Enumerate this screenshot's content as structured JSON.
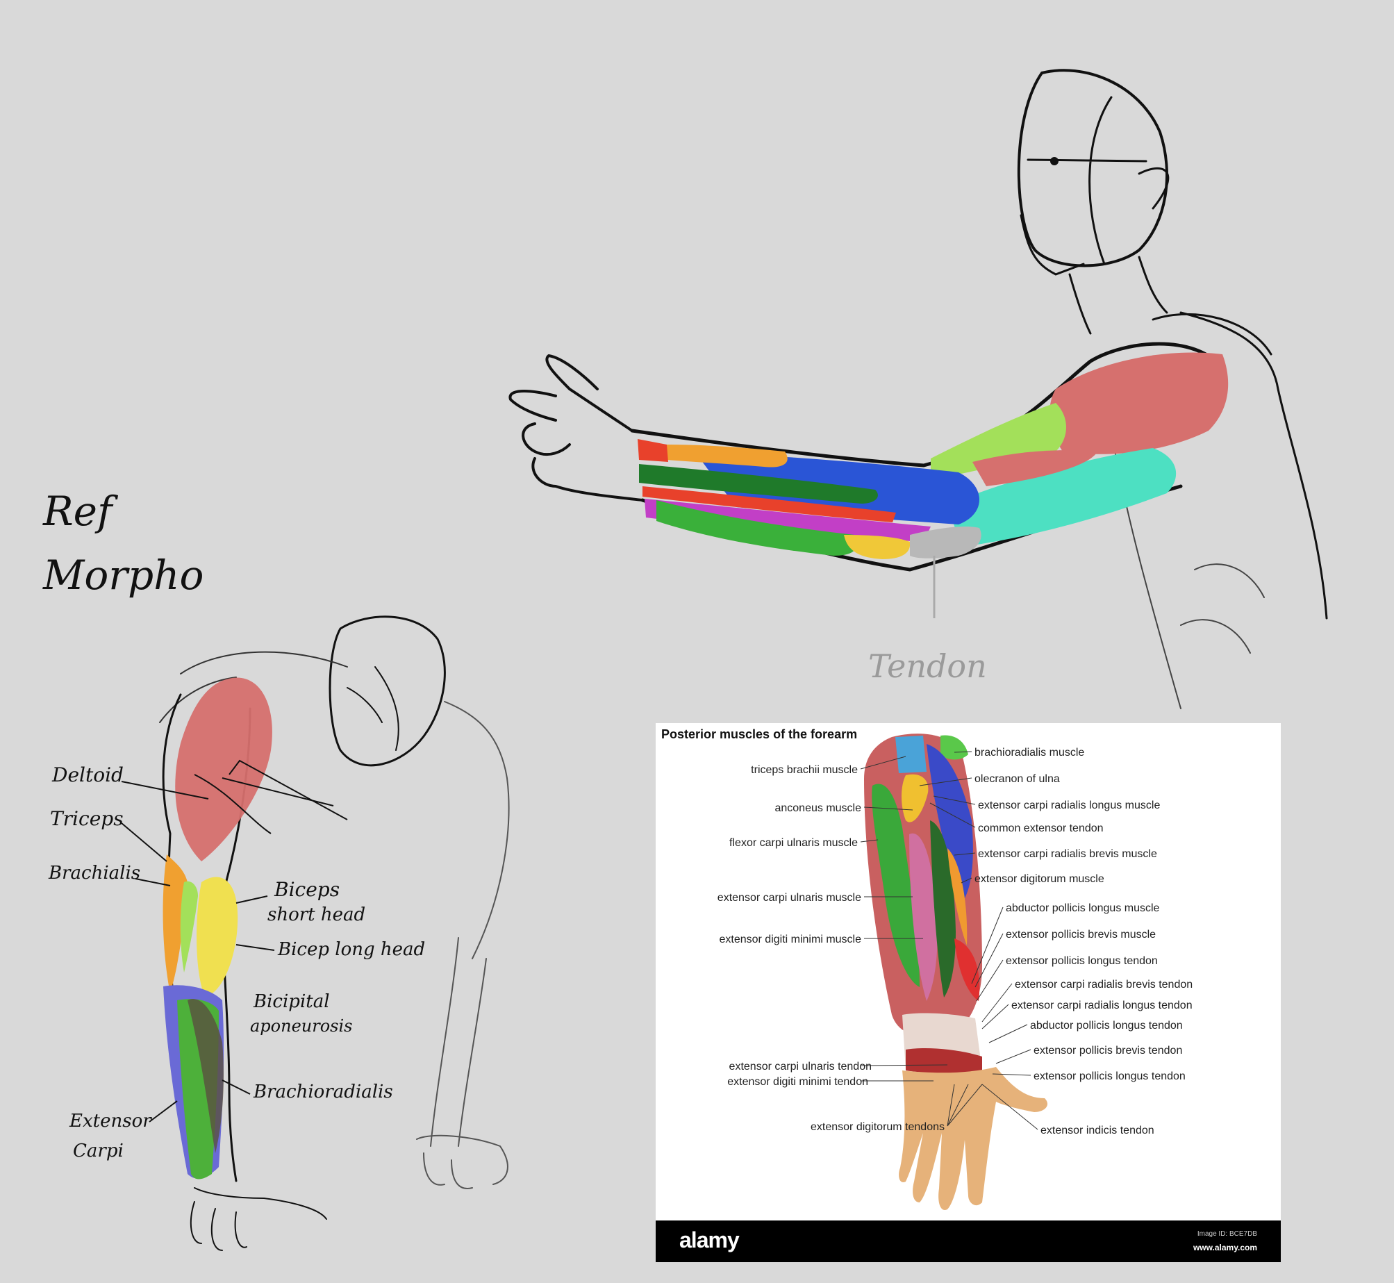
{
  "sketch": {
    "title_line1": "Ref",
    "title_line2": "Morpho",
    "tendon_note": "Tendon",
    "labels": {
      "deltoid": "Deltoid",
      "triceps": "Triceps",
      "brachialis": "Brachialis",
      "biceps_short_1": "Biceps",
      "biceps_short_2": "short head",
      "biceps_long": "Bicep long head",
      "bicipital_1": "Bicipital",
      "bicipital_2": "aponeurosis",
      "brachioradialis": "Brachioradialis",
      "extensor_1": "Extensor",
      "extensor_2": "Carpi"
    }
  },
  "reference": {
    "title": "Posterior muscles of the forearm",
    "left_labels": [
      "triceps brachii muscle",
      "anconeus muscle",
      "flexor carpi ulnaris muscle",
      "extensor carpi ulnaris muscle",
      "extensor digiti minimi muscle",
      "extensor carpi ulnaris tendon",
      "extensor digiti minimi tendon",
      "extensor digitorum tendons"
    ],
    "right_labels": [
      "brachioradialis muscle",
      "olecranon of ulna",
      "extensor carpi radialis longus muscle",
      "common extensor tendon",
      "extensor carpi radialis brevis muscle",
      "extensor digitorum muscle",
      "abductor pollicis longus muscle",
      "extensor pollicis brevis muscle",
      "extensor pollicis longus tendon",
      "extensor carpi radialis brevis tendon",
      "extensor carpi radialis longus tendon",
      "abductor pollicis longus tendon",
      "extensor pollicis brevis tendon",
      "extensor pollicis longus tendon",
      "extensor indicis tendon"
    ],
    "brand": "alamy",
    "image_id": "Image ID: BCE7DB",
    "site": "www.alamy.com"
  },
  "colors": {
    "background": "#d9d9d9",
    "deltoid_red": "#d6706e",
    "triceps_teal": "#4de0c2",
    "biceps_green": "#a3e05a",
    "blue": "#2a55d6",
    "orange": "#f0a030",
    "dark_green": "#1f7a2a",
    "red": "#e8412b",
    "magenta": "#c23fc6",
    "green": "#3ab03a",
    "yellow": "#f0c838",
    "grey": "#b8b8b8"
  }
}
